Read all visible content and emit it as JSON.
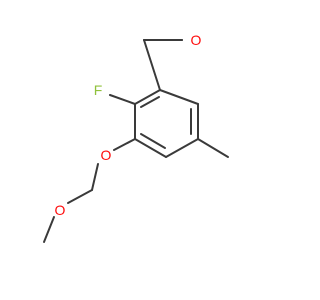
{
  "molecule": {
    "atoms": [
      {
        "id": "O_ald",
        "label": "O",
        "color": "#ff0d0d"
      },
      {
        "id": "F",
        "label": "F",
        "color": "#90c13c"
      },
      {
        "id": "O_ether",
        "label": "O",
        "color": "#ff0d0d"
      },
      {
        "id": "O_methoxy",
        "label": "O",
        "color": "#ff0d0d"
      }
    ],
    "bond_color": "#3a3a3a"
  }
}
